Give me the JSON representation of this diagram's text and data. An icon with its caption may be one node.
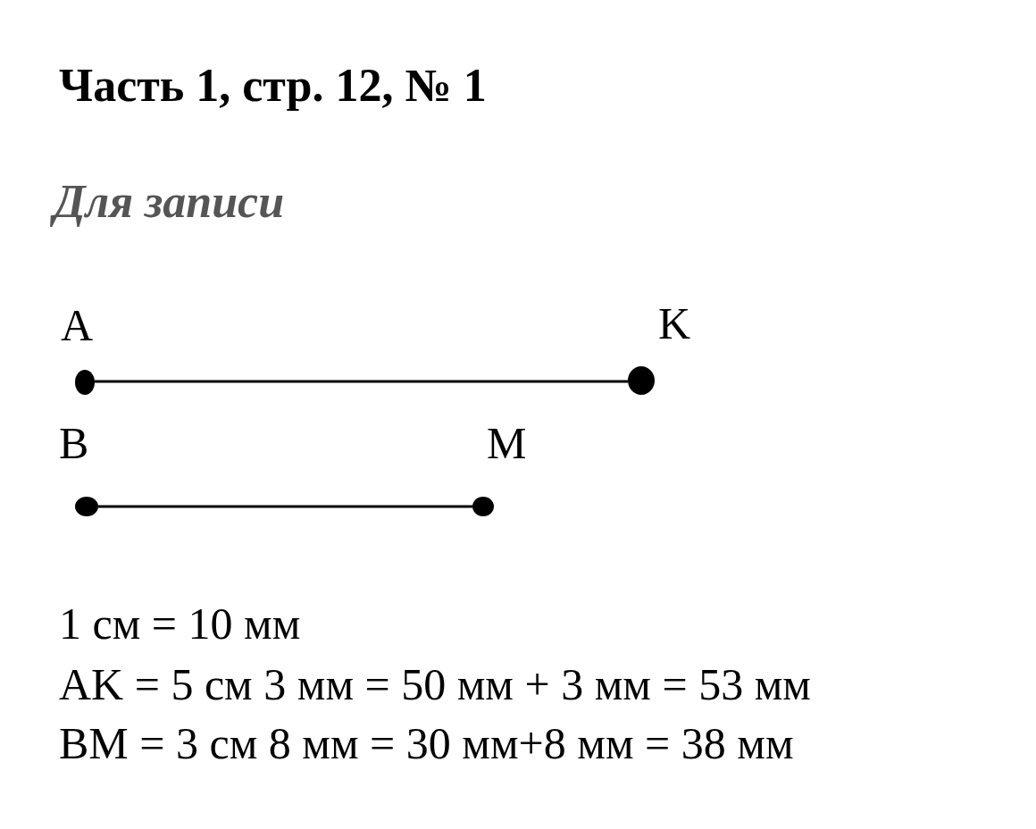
{
  "diagram": {
    "title": "Часть 1, стр. 12, № 1",
    "nodes": [
      {
        "text": [
          "A"
        ]
      },
      {
        "text": [
          "K"
        ]
      },
      {
        "text": [
          "B"
        ]
      },
      {
        "text": [
          "M"
        ]
      }
    ],
    "edges": [
      {
        "from": 0,
        "to": 1,
        "arrow": "none"
      },
      {
        "from": 2,
        "to": 3,
        "arrow": "none"
      }
    ],
    "labels": [
      "Для записи",
      "1 см = 10 мм",
      "AK = 5 см 3 мм = 50 мм + 3 мм = 53 мм",
      "BM = 3 см 8 мм = 30 мм+8 мм = 38 мм"
    ]
  }
}
